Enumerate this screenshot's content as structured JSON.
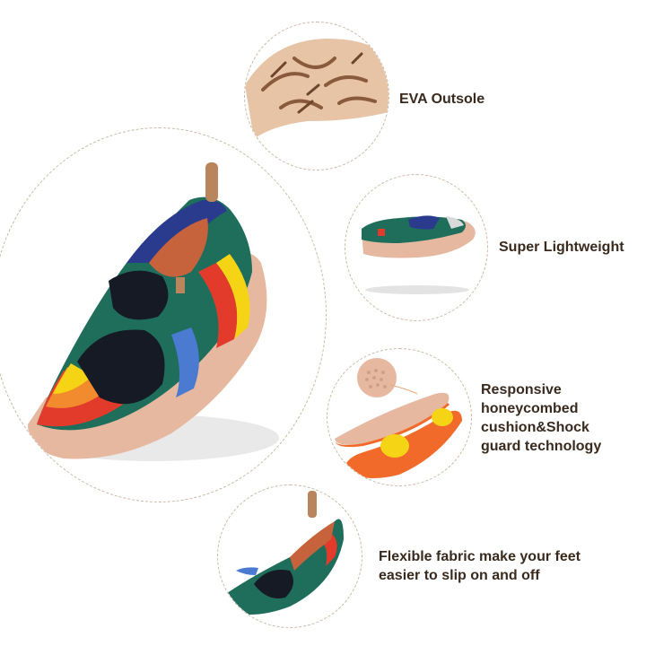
{
  "features": [
    {
      "id": "outsole",
      "label": "EVA Outsole"
    },
    {
      "id": "lightweight",
      "label": "Super Lightweight"
    },
    {
      "id": "cushion",
      "label_lines": [
        "Responsive",
        "honeycombed",
        "cushion&Shock",
        "guard technology"
      ]
    },
    {
      "id": "flexible",
      "label_lines": [
        "Flexible fabric make your feet",
        "easier to slip on and off"
      ]
    }
  ],
  "colors": {
    "dashed_border": "#c9b8a6",
    "text": "#3a2a1e",
    "sole": "#e6b8a0",
    "insole_orange": "#f26a2a",
    "gel_yellow": "#f5d315"
  }
}
